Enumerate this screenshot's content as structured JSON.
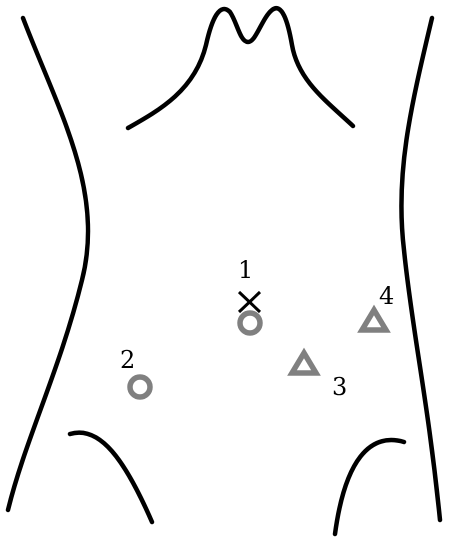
{
  "colors": {
    "outline": "#000000",
    "marker_gray": "#808080",
    "cross": "#000000",
    "background": "#ffffff"
  },
  "markers": [
    {
      "label": "1",
      "symbols": [
        "cross-icon",
        "circle-icon"
      ]
    },
    {
      "label": "2",
      "symbols": [
        "circle-icon"
      ]
    },
    {
      "label": "3",
      "symbols": [
        "triangle-icon"
      ]
    },
    {
      "label": "4",
      "symbols": [
        "triangle-icon"
      ]
    }
  ]
}
